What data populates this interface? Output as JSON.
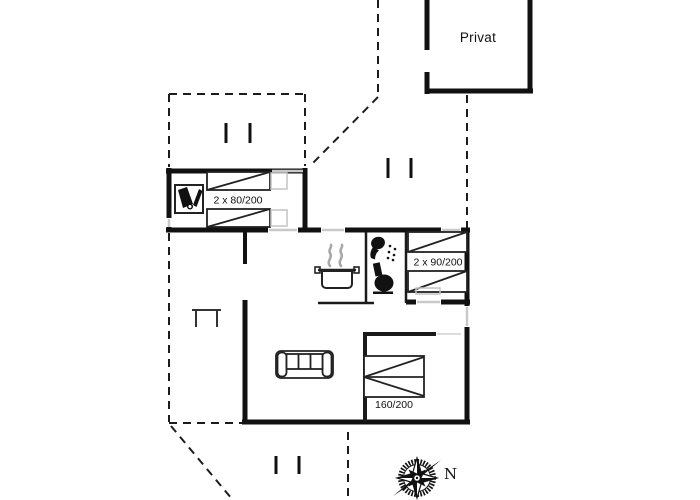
{
  "plan": {
    "type": "holiday-home-floor-plan",
    "colors": {
      "wall": "#111111",
      "dashed_outline": "#1c1c1c",
      "window_marker": "#c9c9c9",
      "door_marker": "#d6d6d6",
      "steam_gray": "#a8a8a8",
      "background": "#ffffff"
    },
    "labels": {
      "private_room": "Privat",
      "bedroom_nw_beds": "2 x 80/200",
      "bedroom_e_beds": "2 x 90/200",
      "bedroom_s_bed": "160/200",
      "compass_north": "N"
    },
    "icons": {
      "stove": "wood-stove-icon",
      "cooking_pot": "stove-pot-icon",
      "shower": "shower-icon",
      "toilet": "toilet-icon",
      "sofa": "sofa-icon",
      "compass": "compass-rose-icon"
    }
  }
}
